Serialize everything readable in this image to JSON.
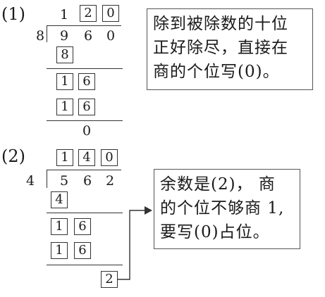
{
  "problem1": {
    "label": "(1)",
    "divisor": "8",
    "dividend": [
      "9",
      "6",
      "0"
    ],
    "quotient": [
      "1",
      "2",
      "0"
    ],
    "steps": [
      [
        "8"
      ],
      [
        "1",
        "6"
      ],
      [
        "1",
        "6"
      ]
    ],
    "remainder": "0",
    "note": [
      "除到被除数的十位",
      "正好除尽，直接在",
      "商的个位写(0)。"
    ]
  },
  "problem2": {
    "label": "(2)",
    "divisor": "4",
    "dividend": [
      "5",
      "6",
      "2"
    ],
    "quotient": [
      "1",
      "4",
      "0"
    ],
    "steps": [
      [
        "4"
      ],
      [
        "1",
        "6"
      ],
      [
        "1",
        "6"
      ]
    ],
    "remainder": "2",
    "note": [
      "余数是(2)，  商",
      "的个位不够商 1,",
      "要写(0)占位。"
    ]
  }
}
